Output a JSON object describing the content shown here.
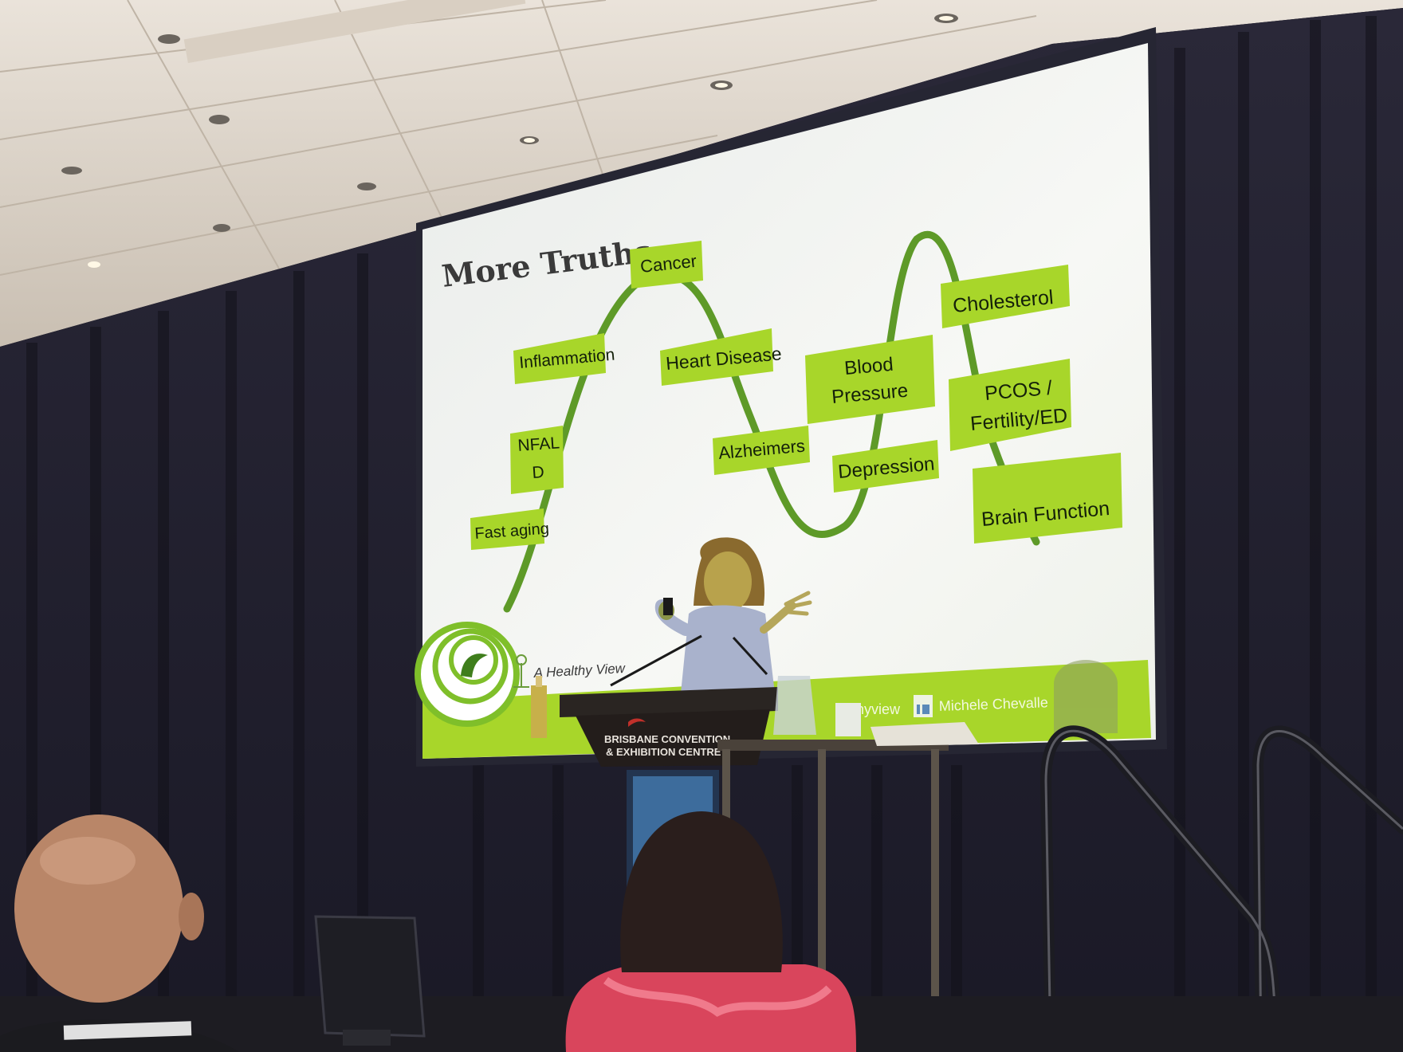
{
  "slide": {
    "title": "More Truths...",
    "labels": {
      "cancer": "Cancer",
      "inflammation": "Inflammation",
      "heart_disease": "Heart Disease",
      "blood": "Blood",
      "pressure": "Pressure",
      "cholesterol": "Cholesterol",
      "pcos": "PCOS /",
      "fertility": "Fertility/ED",
      "nfal": "NFAL",
      "d": "D",
      "alzheimers": "Alzheimers",
      "depression": "Depression",
      "fast_aging": "Fast aging",
      "brain_function": "Brain Function"
    },
    "footer": {
      "brand": "A Healthy View",
      "handle_partial": "hyview",
      "presenter_partial": "Michele Chevalle"
    },
    "colors": {
      "accent": "#a8d62a",
      "curve": "#5e9a28",
      "slide_bg": "#f4f6f2"
    }
  },
  "podium": {
    "sign_line1": "BRISBANE CONVENTION",
    "sign_line2": "& EXHIBITION CENTRE"
  }
}
